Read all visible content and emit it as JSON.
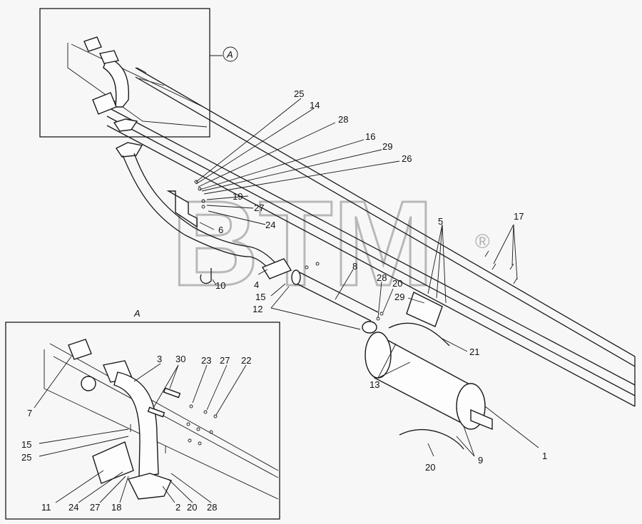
{
  "callout_a": "A",
  "inset_title": "A",
  "watermark": "BTM",
  "watermark_mark": "®",
  "labels": {
    "l25_top": "25",
    "l14": "14",
    "l28_top": "28",
    "l16": "16",
    "l29_top": "29",
    "l26": "26",
    "l19": "19",
    "l27_top": "27",
    "l24_top": "24",
    "l6": "6",
    "l10": "10",
    "l4": "4",
    "l15_top": "15",
    "l12": "12",
    "l8": "8",
    "l28_mid": "28",
    "l20_mid": "20",
    "l29_mid": "29",
    "l5": "5",
    "l17": "17",
    "l21": "21",
    "l13": "13",
    "l1": "1",
    "l9": "9",
    "l20_bot": "20",
    "l3": "3",
    "l30": "30",
    "l23": "23",
    "l27_in": "27",
    "l22": "22",
    "l7": "7",
    "l15_in": "15",
    "l25_in": "25",
    "l11": "11",
    "l24_in": "24",
    "l27_in2": "27",
    "l18": "18",
    "l2": "2",
    "l20_in": "20",
    "l28_in": "28"
  }
}
